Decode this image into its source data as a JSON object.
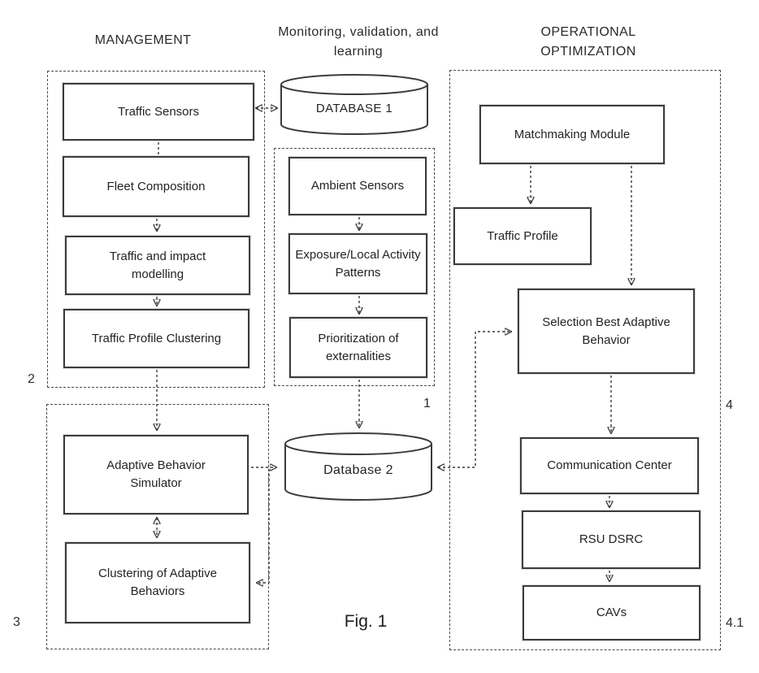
{
  "headers": {
    "management": "MANAGEMENT",
    "monitoring_line1": "Monitoring, validation, and",
    "monitoring_line2": "learning",
    "operational_line1": "OPERATIONAL",
    "operational_line2": "OPTIMIZATION"
  },
  "refs": {
    "management": "2",
    "simulation": "3",
    "monitoring": "1",
    "operational": "4",
    "operational_sub": "4.1"
  },
  "databases": {
    "db1": "DATABASE 1",
    "db2": "Database 2"
  },
  "management_boxes": {
    "traffic_sensors": "Traffic Sensors",
    "fleet_composition": "Fleet Composition",
    "traffic_impact": "Traffic and impact modelling",
    "traffic_profile_clustering": "Traffic Profile Clustering"
  },
  "simulation_boxes": {
    "adaptive_behavior_simulator": "Adaptive Behavior Simulator",
    "clustering_adaptive_behaviors": "Clustering of Adaptive Behaviors"
  },
  "monitoring_boxes": {
    "ambient_sensors": "Ambient Sensors",
    "exposure_local": "Exposure/Local Activity Patterns",
    "prioritization": "Prioritization of externalities"
  },
  "operational_boxes": {
    "matchmaking": "Matchmaking Module",
    "traffic_profile": "Traffic Profile",
    "selection": "Selection Best Adaptive Behavior",
    "communication_center": "Communication Center",
    "rsu_dsrc": "RSU DSRC",
    "cavs": "CAVs"
  },
  "caption": "Fig. 1"
}
